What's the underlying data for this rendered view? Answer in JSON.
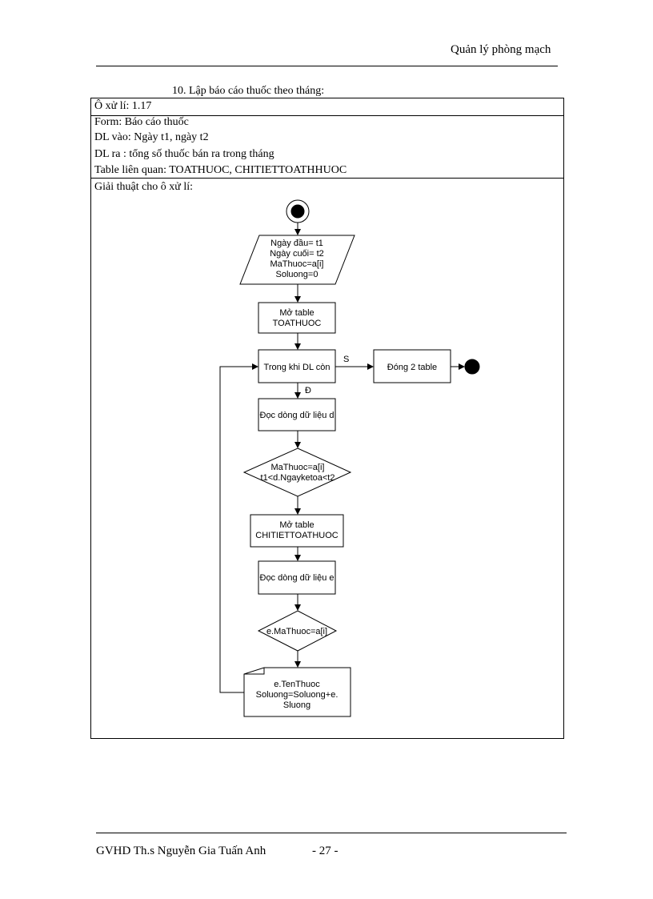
{
  "header": {
    "title": "Quản lý phòng mạch"
  },
  "section": {
    "heading": "10. Lập báo cáo thuốc  theo tháng:"
  },
  "table": {
    "process_id": "Ô xử lí:  1.17",
    "form": "Form: Báo cáo thuốc",
    "input": "DL vào: Ngày t1, ngày t2",
    "output": "DL ra : tổng số thuốc bán ra trong tháng",
    "related_tables": "Table liên quan: TOATHUOC, CHITIETTOATHHUOC",
    "algorithm_label": "Giải thuật cho ô xử lí:"
  },
  "flowchart": {
    "init": [
      "Ngày đầu= t1",
      "Ngày cuối= t2",
      "MaThuoc=a[i]",
      "Soluong=0"
    ],
    "open_toathuoc": [
      "Mở table",
      "TOATHUOC"
    ],
    "loop": "Trong khi DL còn",
    "no_label": "S",
    "yes_label": "Đ",
    "close": "Đóng 2 table",
    "read_d": "Đọc dòng dữ liệu d",
    "cond1": [
      "MaThuoc=a[i]",
      "t1<d.Ngayketoa<t2"
    ],
    "open_chitiet": [
      "Mở table",
      "CHITIETTOATHUOC"
    ],
    "read_e": "Đọc dòng dữ liệu e",
    "cond2": "e.MaThuoc=a[i]",
    "output": [
      "e.TenThuoc",
      "Soluong=Soluong+e.",
      "Sluong"
    ]
  },
  "footer": {
    "instructor": "GVHD Th.s Nguyễn Gia Tuấn Anh",
    "page": "- 27 -"
  }
}
